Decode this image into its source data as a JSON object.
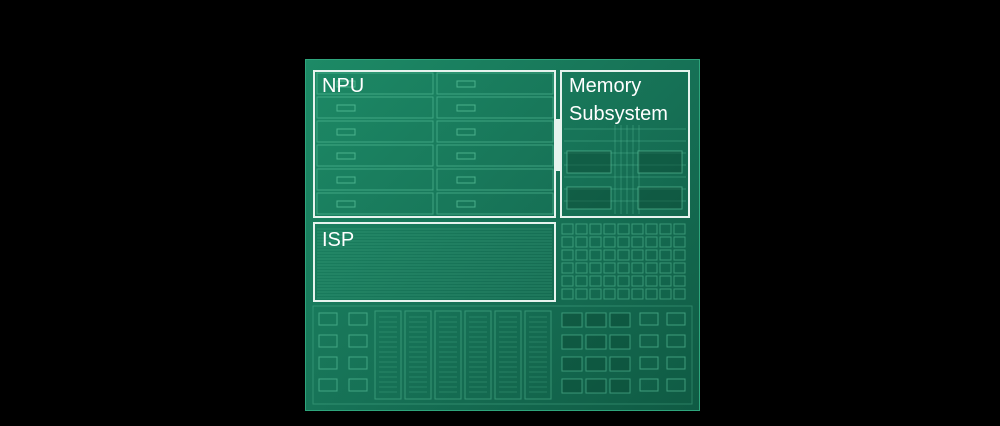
{
  "colors": {
    "background": "#000000",
    "die": "#167055",
    "die_line": "#5fc7a0",
    "block_border": "#e6f3ee",
    "label": "#ffffff"
  },
  "blocks": {
    "npu": {
      "label": "NPU"
    },
    "memory": {
      "label_line1": "Memory",
      "label_line2": "Subsystem"
    },
    "isp": {
      "label": "ISP"
    }
  }
}
